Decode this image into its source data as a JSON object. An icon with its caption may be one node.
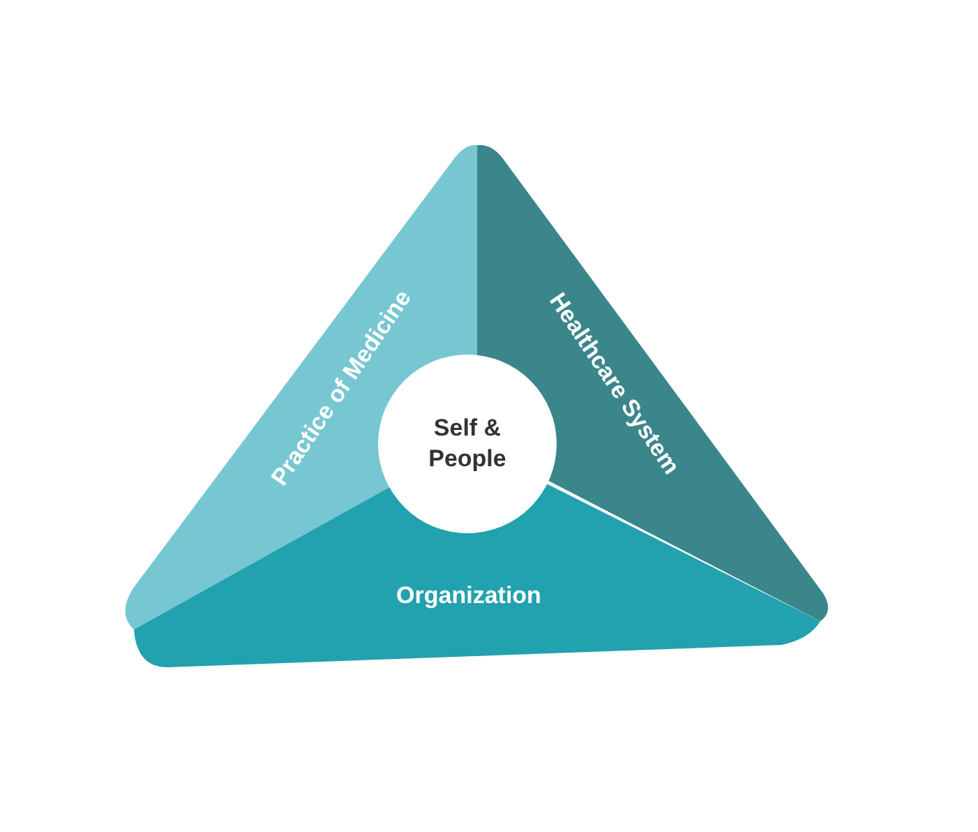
{
  "diagram": {
    "nodes": [
      {
        "text": [
          "Practice of Medicine"
        ]
      },
      {
        "text": [
          "Healthcare System"
        ]
      },
      {
        "text": [
          "Organization"
        ]
      },
      {
        "text": [
          "Self & People"
        ]
      }
    ]
  }
}
